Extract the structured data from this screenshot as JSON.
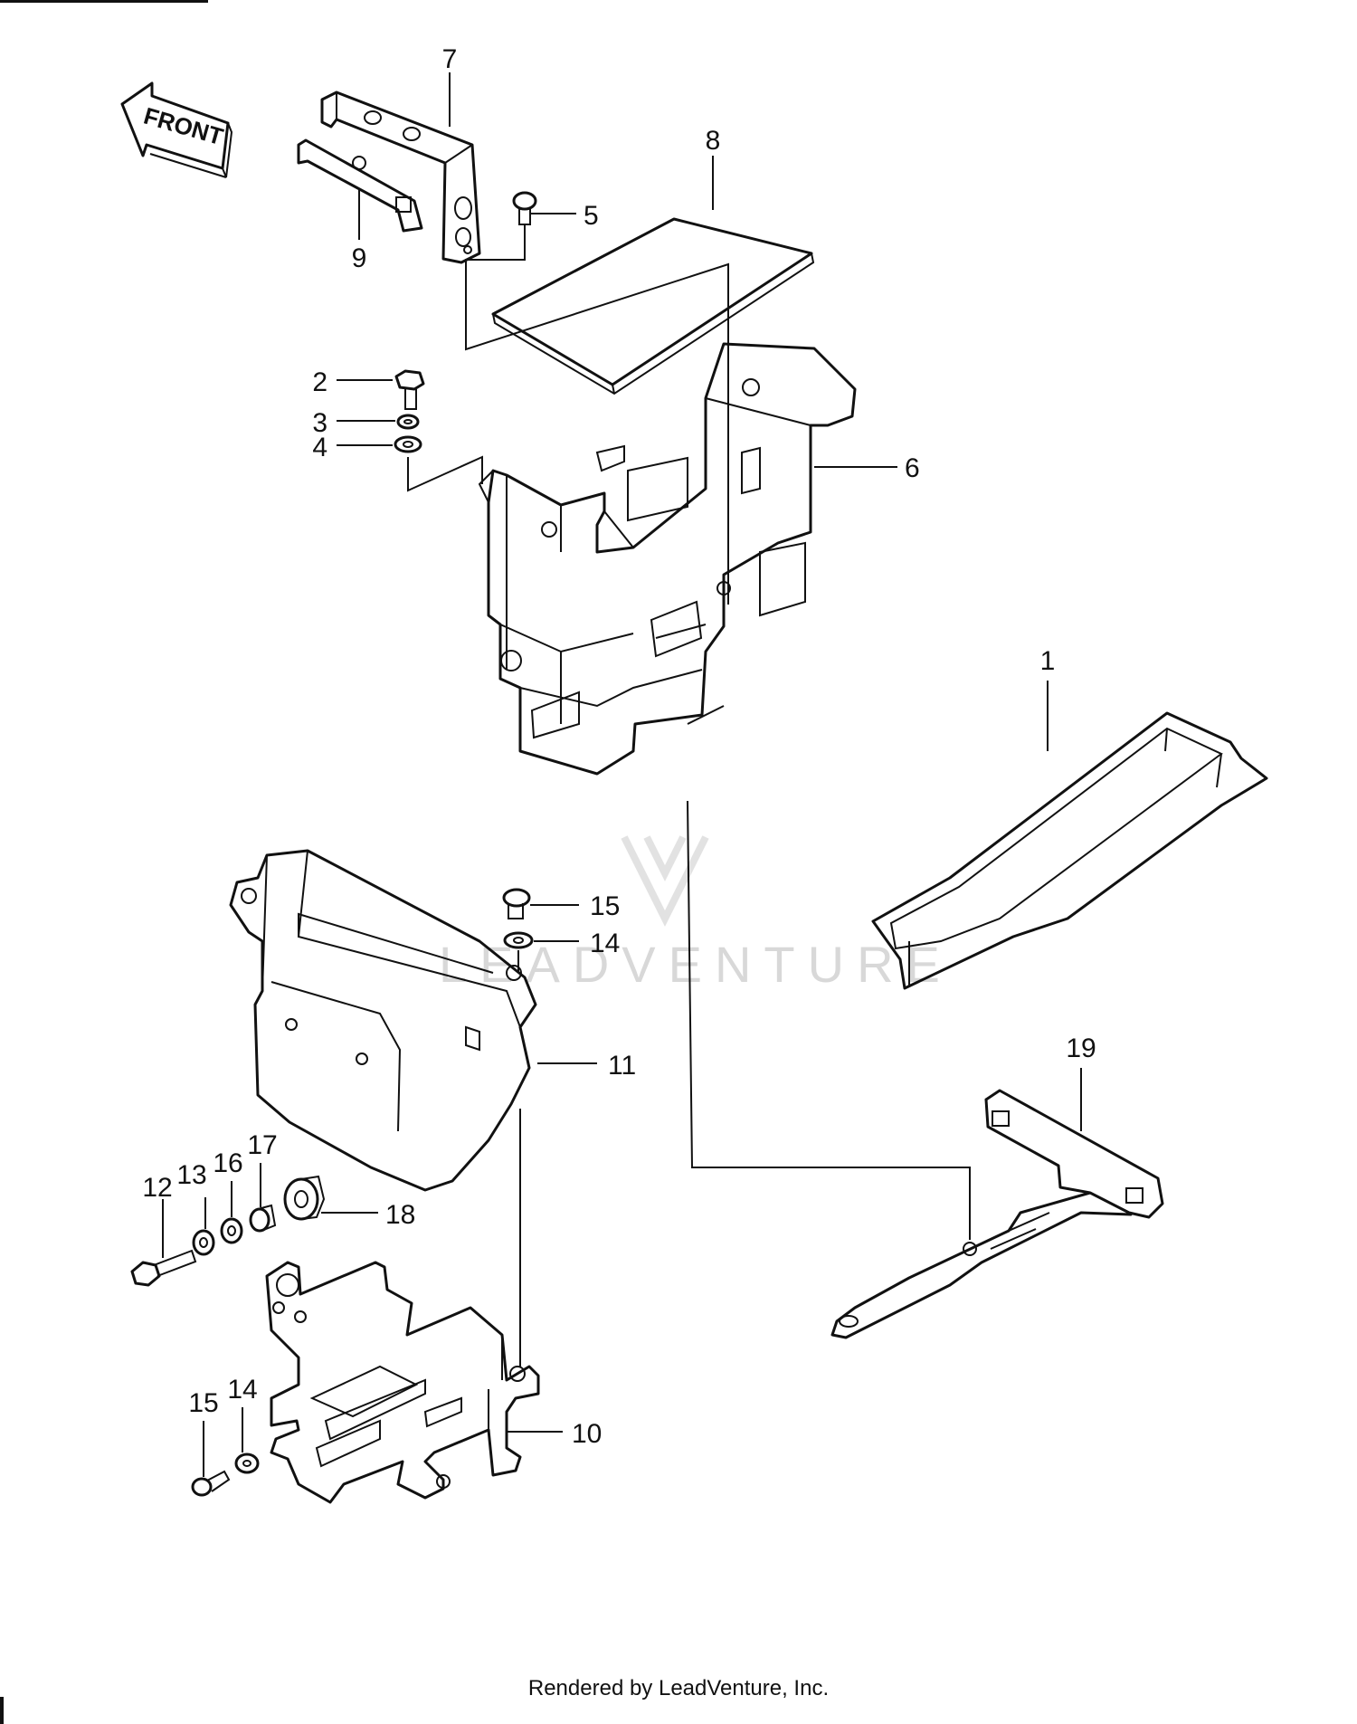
{
  "direction_label": "FRONT",
  "watermark": "LEADVENTURE",
  "footer_text": "Rendered by LeadVenture, Inc.",
  "callouts": [
    {
      "id": "c7",
      "text": "7"
    },
    {
      "id": "c8",
      "text": "8"
    },
    {
      "id": "c5",
      "text": "5"
    },
    {
      "id": "c9",
      "text": "9"
    },
    {
      "id": "c2",
      "text": "2"
    },
    {
      "id": "c3",
      "text": "3"
    },
    {
      "id": "c4",
      "text": "4"
    },
    {
      "id": "c6",
      "text": "6"
    },
    {
      "id": "c1",
      "text": "1"
    },
    {
      "id": "c15a",
      "text": "15"
    },
    {
      "id": "c14a",
      "text": "14"
    },
    {
      "id": "c11",
      "text": "11"
    },
    {
      "id": "c19",
      "text": "19"
    },
    {
      "id": "c12",
      "text": "12"
    },
    {
      "id": "c13",
      "text": "13"
    },
    {
      "id": "c16",
      "text": "16"
    },
    {
      "id": "c17",
      "text": "17"
    },
    {
      "id": "c18",
      "text": "18"
    },
    {
      "id": "c10",
      "text": "10"
    },
    {
      "id": "c15b",
      "text": "15"
    },
    {
      "id": "c14b",
      "text": "14"
    }
  ]
}
